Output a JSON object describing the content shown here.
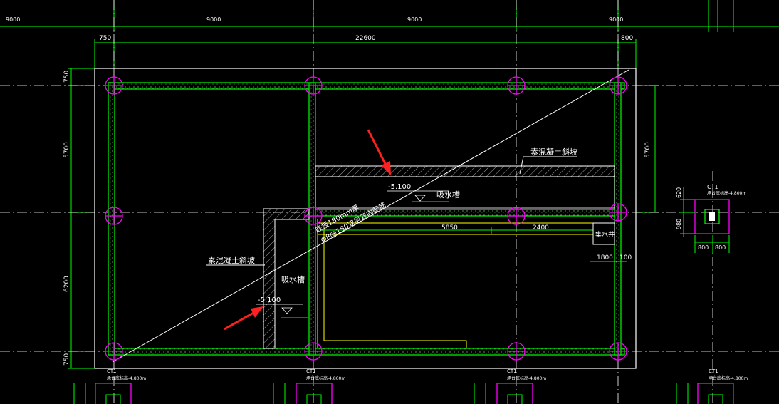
{
  "dimensions": {
    "top_spans": [
      "9000",
      "9000",
      "9000",
      "9000"
    ],
    "second_row": [
      "750",
      "22600",
      "800"
    ],
    "left_vertical": [
      "750",
      "5700",
      "6200",
      "750"
    ],
    "right_vertical": "5700",
    "channel_run": [
      "5850",
      "2400"
    ],
    "pit": [
      "1800",
      "100"
    ],
    "column_detail": [
      "620",
      "980",
      "800",
      "800"
    ]
  },
  "labels": {
    "slope_top": "素混凝土斜坡",
    "slope_left": "素混凝土斜坡",
    "trench_top": "吸水槽",
    "trench_left": "吸水槽",
    "elevation_top": "-5.100",
    "elevation_left": "-5.100",
    "sump": "集水井",
    "diagonal_1": "底板180mm厚",
    "diagonal_2": "Φ8@150双层双向配筋"
  },
  "columns": {
    "tag": "CT1",
    "note": "承台底标高-4.800m"
  },
  "colors": {
    "background": "#000000",
    "axis": "#ffffff",
    "dimension": "#00ff00",
    "wall": "#00ff00",
    "column": "#ff00ff",
    "annotation": "#ffffff",
    "channel": "#ffff00",
    "arrow": "#ff2020"
  }
}
